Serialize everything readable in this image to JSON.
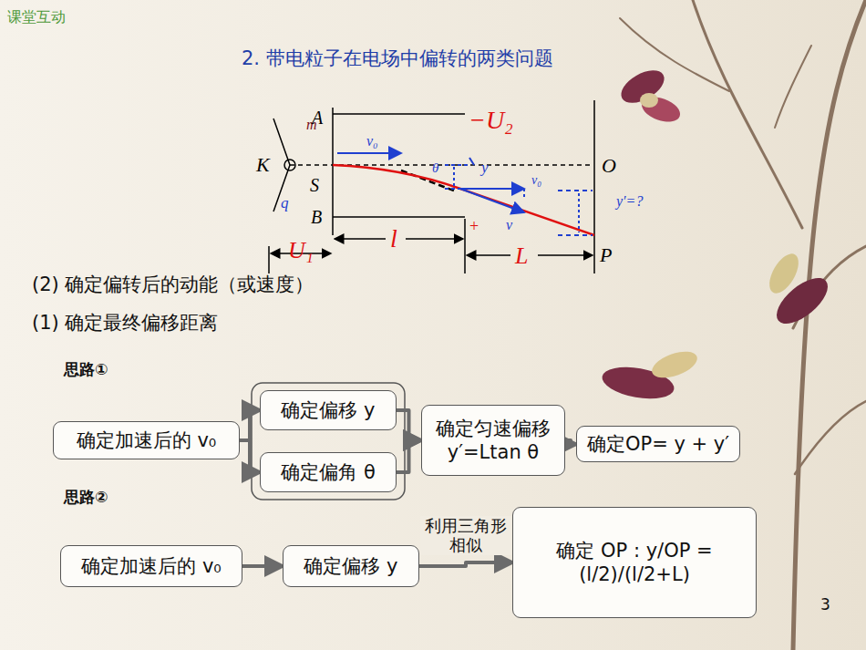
{
  "diagram": {
    "title": "2. 带电粒子在电场中偏转的两类问题",
    "nodes": [
      {
        "text": [
          "确定加速后的 v₀"
        ]
      },
      {
        "text": [
          "确定偏移 y"
        ]
      },
      {
        "text": [
          "确定偏角 θ"
        ]
      },
      {
        "text": [
          "确定匀速偏移y′=Ltan θ"
        ]
      },
      {
        "text": [
          "确定OP= y + y′"
        ]
      },
      {
        "text": [
          "确定加速后的 v₀"
        ]
      },
      {
        "text": [
          "确定偏移 y"
        ]
      },
      {
        "text": [
          "确定 OP : y/OP = (l/2)/(l/2+L)"
        ]
      }
    ],
    "edges": [
      {
        "from": 0,
        "to": 1,
        "arrow": "to"
      },
      {
        "from": 0,
        "to": 2,
        "arrow": "to"
      },
      {
        "from": 1,
        "to": 3,
        "arrow": "to"
      },
      {
        "from": 2,
        "to": 3,
        "arrow": "to"
      },
      {
        "from": 3,
        "to": 4,
        "arrow": "to"
      },
      {
        "from": 5,
        "to": 6,
        "arrow": "to"
      },
      {
        "from": 6,
        "to": 7,
        "label": "利用三角形相似",
        "arrow": "to"
      }
    ],
    "labels": [
      "课堂互动",
      "m",
      "A",
      "−U₂",
      "v₀",
      "K",
      "S",
      "q",
      "B",
      "θ",
      "y",
      "O",
      "v₀",
      "y′=?",
      "v",
      "+",
      "l",
      "L",
      "P",
      "U₁",
      "(2) 确定偏转后的动能（或速度）",
      "(1) 确定最终偏移距离",
      "思路①",
      "思路②",
      "3"
    ]
  }
}
